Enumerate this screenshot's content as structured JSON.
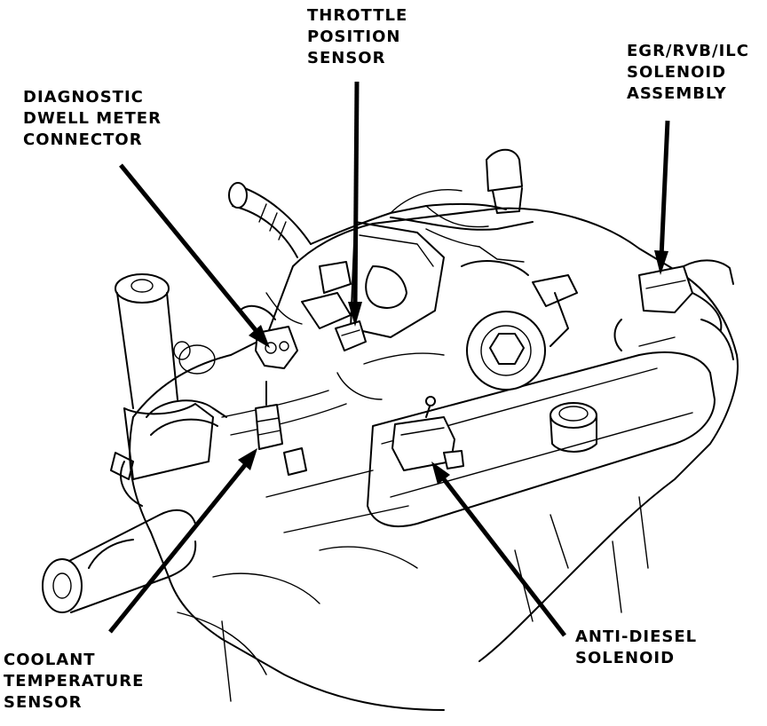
{
  "labels": {
    "throttle_position_sensor": [
      "THROTTLE",
      "POSITION",
      "SENSOR"
    ],
    "diagnostic_dwell_meter_connector": [
      "DIAGNOSTIC",
      "DWELL METER",
      "CONNECTOR"
    ],
    "egr_rvb_ilc_solenoid_assembly": [
      "EGR/RVB/ILC",
      "SOLENOID",
      "ASSEMBLY"
    ],
    "coolant_temperature_sensor": [
      "COOLANT",
      "TEMPERATURE",
      "SENSOR"
    ],
    "anti_diesel_solenoid": [
      "ANTI-DIESEL",
      "SOLENOID"
    ]
  }
}
